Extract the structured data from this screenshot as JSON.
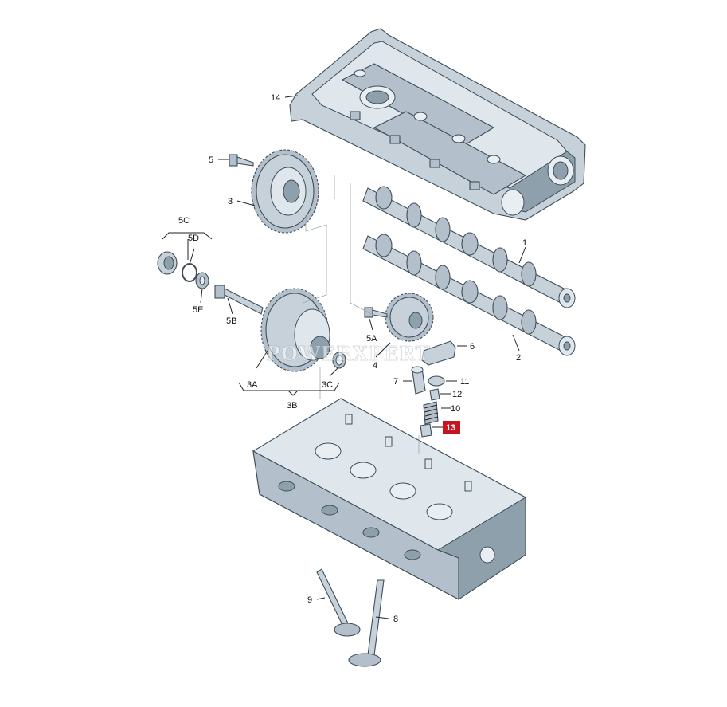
{
  "labels": {
    "p1": "1",
    "p2": "2",
    "p3": "3",
    "p3a": "3A",
    "p3b": "3B",
    "p3c": "3C",
    "p4": "4",
    "p5": "5",
    "p5a": "5A",
    "p5b": "5B",
    "p5c": "5C",
    "p5d": "5D",
    "p5e": "5E",
    "p6": "6",
    "p7": "7",
    "p8": "8",
    "p9": "9",
    "p10": "10",
    "p11": "11",
    "p12": "12",
    "p13": "13",
    "p14": "14"
  },
  "highlight": {
    "part": "13",
    "color": "#c8141e"
  },
  "watermark": "POWERXPERT"
}
